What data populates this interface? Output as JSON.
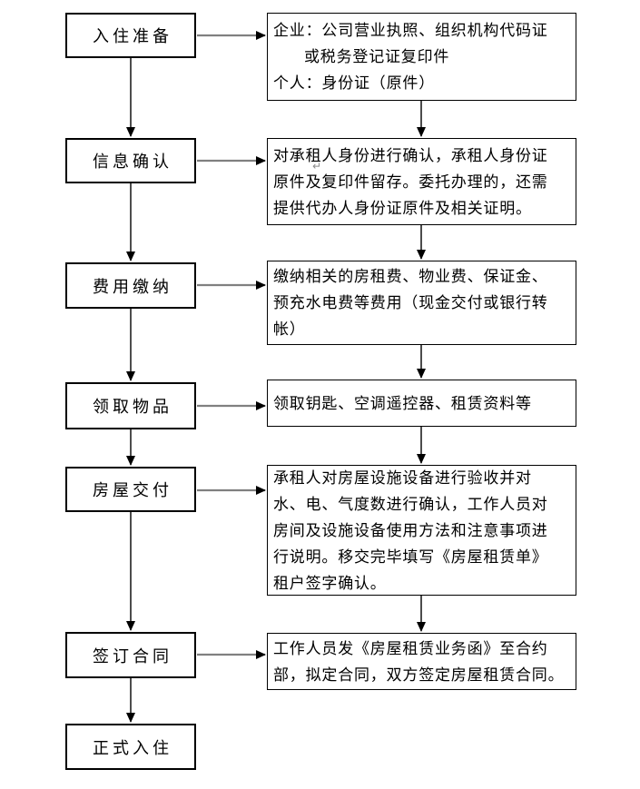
{
  "flow": {
    "steps": [
      {
        "label": "入住准备"
      },
      {
        "label": "信息确认"
      },
      {
        "label": "费用缴纳"
      },
      {
        "label": "领取物品"
      },
      {
        "label": "房屋交付"
      },
      {
        "label": "签订合同"
      },
      {
        "label": "正式入住"
      }
    ],
    "details": [
      {
        "lines": [
          "企业：公司营业执照、组织机构代码证",
          "或税务登记证复印件",
          "个人：身份证（原件）"
        ]
      },
      {
        "lines": [
          "对承租人身份进行确认，承租人身份证",
          "原件及复印件留存。委托办理的，还需",
          "提供代办人身份证原件及相关证明。"
        ]
      },
      {
        "lines": [
          "缴纳相关的房租费、物业费、保证金、",
          "预充水电费等费用（现金交付或银行转",
          "帐）"
        ]
      },
      {
        "lines": [
          "领取钥匙、空调遥控器、租赁资料等"
        ]
      },
      {
        "lines": [
          "承租人对房屋设施设备进行验收并对",
          "水、电、气度数进行确认，工作人员对",
          "房间及设施设备使用方法和注意事项进",
          "行说明。移交完毕填写《房屋租赁单》",
          "租户签字确认。"
        ]
      },
      {
        "lines": [
          "工作人员发《房屋租赁业务函》至合约",
          "部，拟定合同，双方签定房屋租赁合同。"
        ]
      }
    ],
    "colors": {
      "background": "#ffffff",
      "box_border": "#000000",
      "text": "#000000",
      "horizontal_connector": "#808080",
      "vertical_connector": "#000000",
      "arrowhead": "#000000"
    },
    "artifacts": {
      "return_mark": "↵"
    }
  }
}
